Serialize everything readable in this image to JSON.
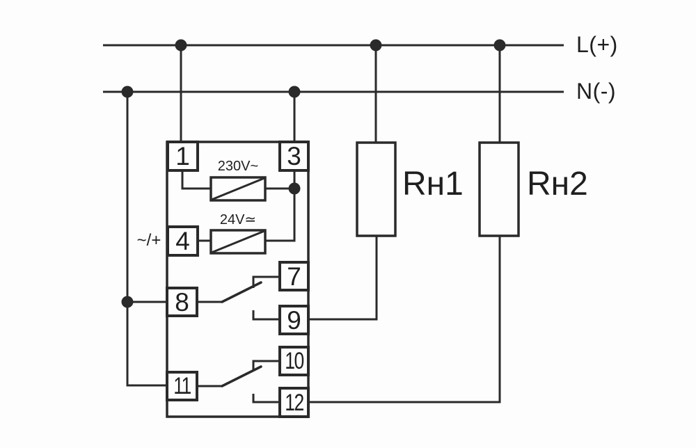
{
  "colors": {
    "line": "#2a2a2a",
    "bg": "#fdfdfd",
    "text": "#1f1f1f"
  },
  "bus": {
    "live_label": "L(+)",
    "neutral_label": "N(-)"
  },
  "device": {
    "terminals": {
      "t1": "1",
      "t3": "3",
      "t4": "4",
      "t7": "7",
      "t8": "8",
      "t9": "9",
      "t10": "10",
      "t11": "11",
      "t12": "12"
    },
    "coil_230_label": "230V~",
    "coil_24_label": "24V≃",
    "supply_polarity_label": "~/+"
  },
  "loads": {
    "load1_label": "Rн1",
    "load2_label": "Rн2"
  }
}
